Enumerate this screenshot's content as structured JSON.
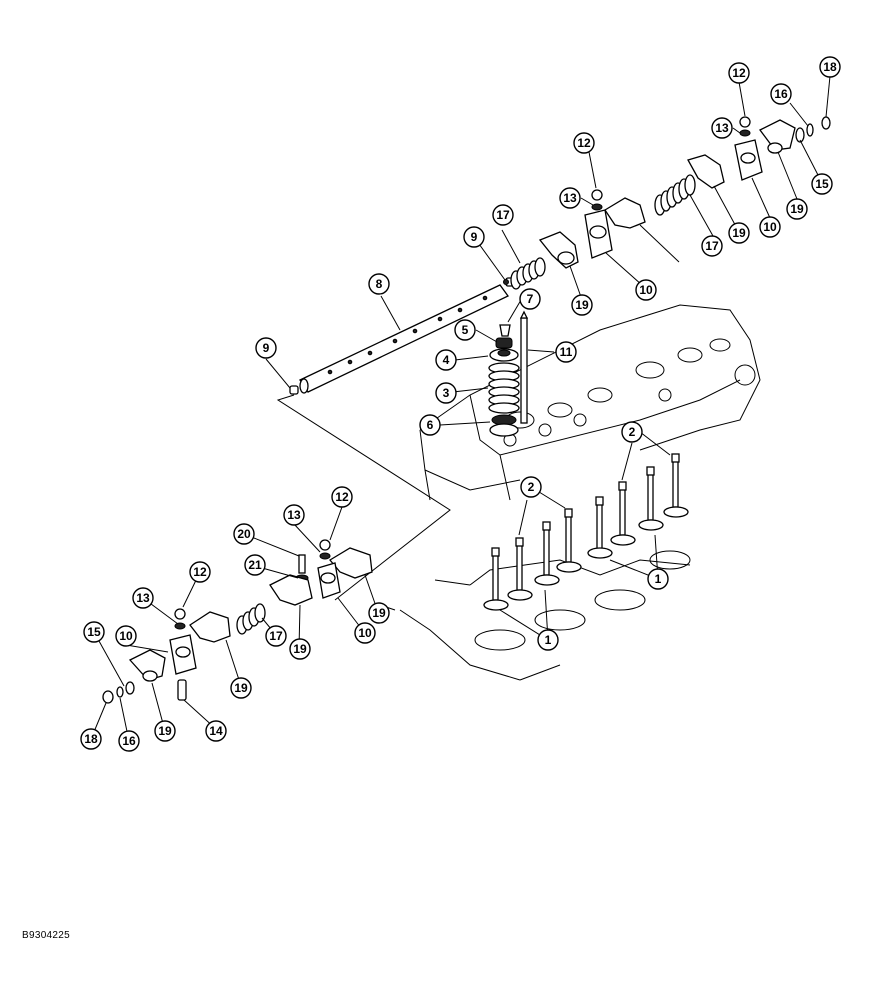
{
  "figure_code": "B9304225",
  "callouts": [
    {
      "label": "12"
    },
    {
      "label": "18"
    },
    {
      "label": "16"
    },
    {
      "label": "13"
    },
    {
      "label": "15"
    },
    {
      "label": "19"
    },
    {
      "label": "10"
    },
    {
      "label": "12"
    },
    {
      "label": "13"
    },
    {
      "label": "17"
    },
    {
      "label": "19"
    },
    {
      "label": "17"
    },
    {
      "label": "9"
    },
    {
      "label": "19"
    },
    {
      "label": "10"
    },
    {
      "label": "8"
    },
    {
      "label": "7"
    },
    {
      "label": "5"
    },
    {
      "label": "11"
    },
    {
      "label": "9"
    },
    {
      "label": "4"
    },
    {
      "label": "3"
    },
    {
      "label": "6"
    },
    {
      "label": "2"
    },
    {
      "label": "2"
    },
    {
      "label": "12"
    },
    {
      "label": "13"
    },
    {
      "label": "20"
    },
    {
      "label": "21"
    },
    {
      "label": "19"
    },
    {
      "label": "12"
    },
    {
      "label": "10"
    },
    {
      "label": "19"
    },
    {
      "label": "13"
    },
    {
      "label": "17"
    },
    {
      "label": "15"
    },
    {
      "label": "10"
    },
    {
      "label": "19"
    },
    {
      "label": "19"
    },
    {
      "label": "14"
    },
    {
      "label": "18"
    },
    {
      "label": "16"
    },
    {
      "label": "1"
    },
    {
      "label": "1"
    }
  ]
}
